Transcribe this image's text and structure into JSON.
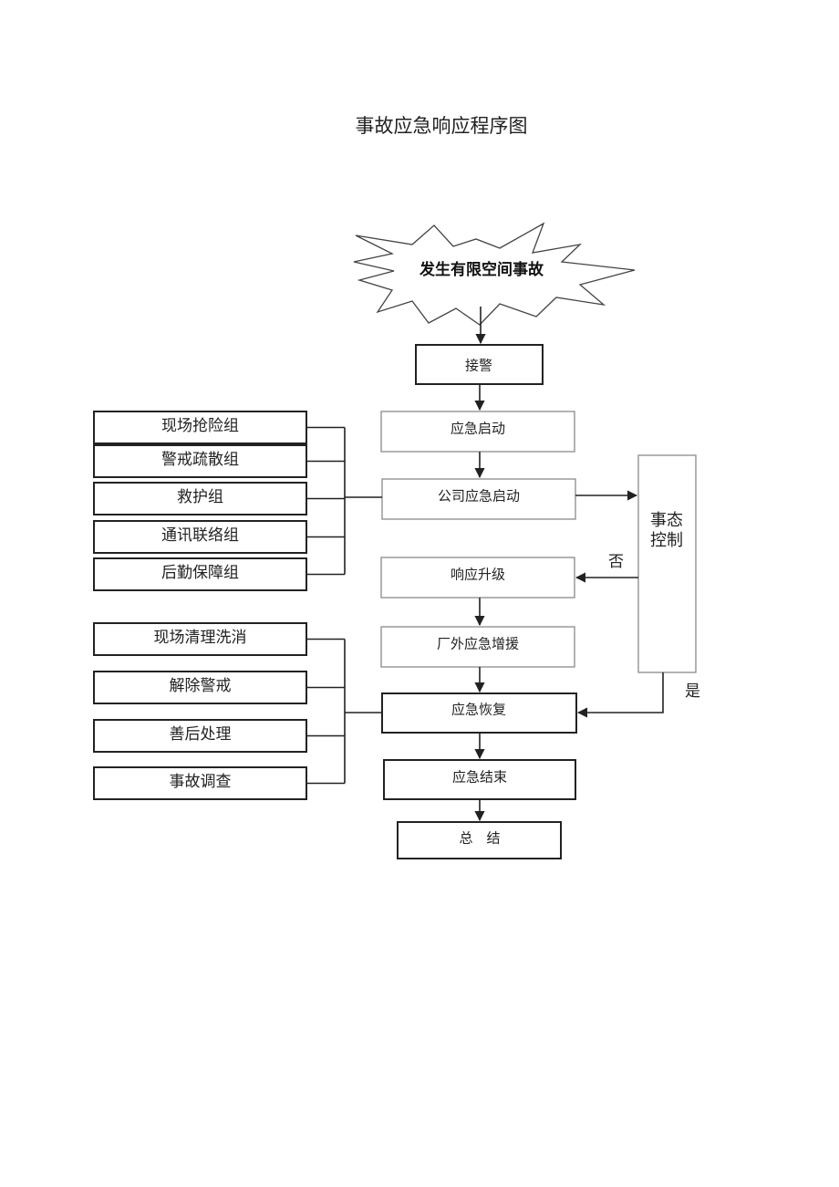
{
  "title": "事故应急响应程序图",
  "start": "发生有限空间事故",
  "flow": {
    "receive": "接警",
    "activate": "应急启动",
    "company": "公司应急启动",
    "upgrade": "响应升级",
    "external": "厂外应急增援",
    "recover": "应急恢复",
    "end": "应急结束",
    "summary": "总　结"
  },
  "control": {
    "line1": "事态",
    "line2": "控制"
  },
  "branch": {
    "no": "否",
    "yes": "是"
  },
  "rescue_teams": [
    "现场抢险组",
    "警戒疏散组",
    "救护组",
    "通讯联络组",
    "后勤保障组"
  ],
  "recovery_tasks": [
    "现场清理洗消",
    "解除警戒",
    "善后处理",
    "事故调查"
  ]
}
